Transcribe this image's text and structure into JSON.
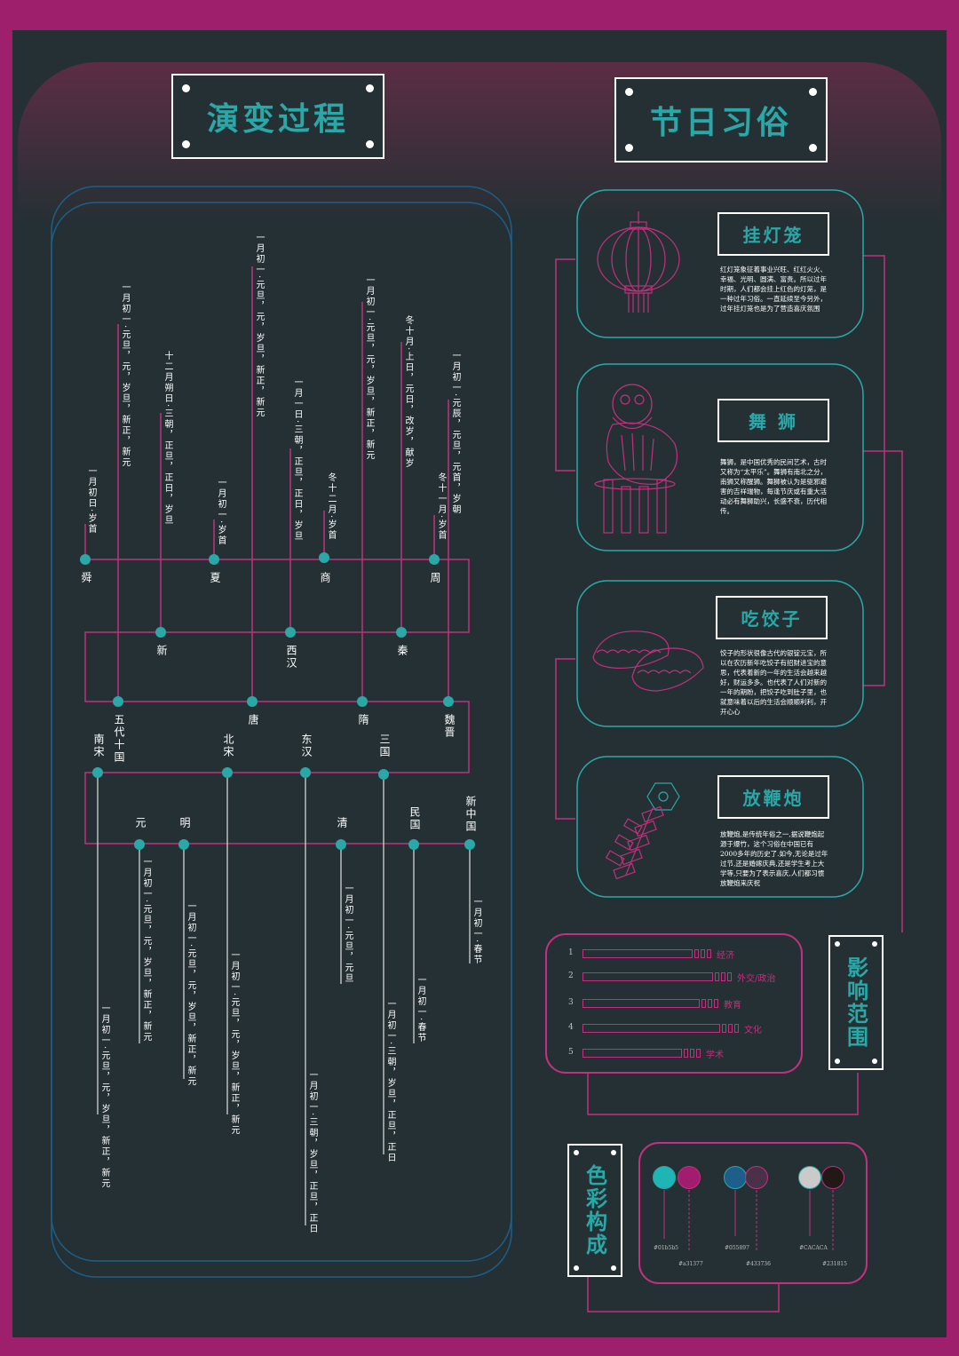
{
  "titles": {
    "evolution": "演变过程",
    "customs": "节日习俗",
    "influence": "影响范围",
    "colors": "色彩构成"
  },
  "upper_dynasties": {
    "shun": "舜",
    "xia": "夏",
    "shang": "商",
    "zhou": "周",
    "xin": "新",
    "xihan": "西汉",
    "qin": "秦",
    "wudai": "五代十国",
    "tang": "唐",
    "sui": "隋",
    "weijin": "魏晋"
  },
  "lower_dynasties": {
    "nansong": "南宋",
    "beisong": "北宋",
    "donghan": "东汉",
    "sanguo": "三国",
    "yuan": "元",
    "ming": "明",
    "qing": "清",
    "minguo": "民国",
    "xinzhongguo": "新中国"
  },
  "customs_text": {
    "shun": "一月初日·岁首",
    "xia": "一月初一·岁首",
    "shang": "冬十二月·岁首",
    "zhou": "冬十一月·岁首",
    "xin": "十二月朔日·三朝，正旦，正日，岁旦",
    "xihan": "一月一日·三朝，正旦，正日，岁旦",
    "qin": "冬十月·上日，元日，改岁，献岁",
    "wudai": "一月初一·元旦，元，岁旦，新正，新元",
    "tang": "一月初一·元旦，元，岁旦，新正，新元",
    "sui": "一月初一·元旦，元，岁旦，新正，新元",
    "weijin": "一月初一·元辰，元旦，元首，岁朝",
    "nansong": "一月初一·元旦，元，岁旦，新正，新元",
    "beisong": "一月初一·元旦，元，岁旦，新正，新元",
    "donghan": "一月初一·三朝，岁旦，正旦，正日",
    "sanguo": "一月初一·三朝，岁旦，正旦，正日",
    "yuan": "一月初一·元旦，元，岁旦，新正，新元",
    "ming": "一月初一·元旦，元，岁旦，新正，新元",
    "qing": "一月初一·元旦，元旦",
    "minguo": "一月初一·春节",
    "xinzhongguo": "一月初一·春节"
  },
  "cards": [
    {
      "title": "挂灯笼",
      "icon": "lantern-icon",
      "desc": "红灯笼象征着事业兴旺、红红火火、幸福、光明、圆满、富贵。所以过年时期，人们都会挂上红色的灯笼，是一种过年习俗。一直延续至今另外，过年挂灯笼也是为了营造喜庆氛围"
    },
    {
      "title": "舞 狮",
      "icon": "lion-dance-icon",
      "desc": "舞狮，是中国优秀的民间艺术，古时又称为“太平乐”。舞狮有南北之分，南狮又称醒狮。舞狮被认为是驱邪避害的吉祥瑞物，每逢节庆或有重大活动必有舞狮助兴，长盛不衰，历代相传。"
    },
    {
      "title": "吃饺子",
      "icon": "dumpling-icon",
      "desc": "饺子的形状很像古代的银锭元宝，所以在农历新年吃饺子有招财进宝的意思，代表着新的一年的生活会越来越好，财运多多。也代表了人们对新的一年的期盼，把饺子吃到肚子里，也就意味着以后的生活会顺顺利利，开开心心"
    },
    {
      "title": "放鞭炮",
      "icon": "firecracker-icon",
      "desc": "放鞭炮,是传统年俗之一,据说鞭炮起源于爆竹，这个习俗在中国已有2000多年的历史了.如今,无论是过年过节,还是婚嫁庆典,还是学生考上大学等,只要为了表示喜庆,人们都习惯放鞭炮来庆祝"
    }
  ],
  "influence": [
    {
      "num": "1",
      "label": "经济",
      "value": 0.8
    },
    {
      "num": "2",
      "label": "外交/政治",
      "value": 0.95
    },
    {
      "num": "3",
      "label": "教育",
      "value": 0.85
    },
    {
      "num": "4",
      "label": "文化",
      "value": 1.0
    },
    {
      "num": "5",
      "label": "学术",
      "value": 0.72
    }
  ],
  "palette": [
    {
      "color": "#1fb5b5",
      "hex": "#01b5b5"
    },
    {
      "color": "#a31d6f",
      "hex": "#a31377"
    },
    {
      "color": "#1d5f8a",
      "hex": "#055897"
    },
    {
      "color": "#4a3048",
      "hex": "#433736"
    },
    {
      "color": "#cacaca",
      "hex": "#CACACA"
    },
    {
      "color": "#231815",
      "hex": "#231815"
    }
  ]
}
